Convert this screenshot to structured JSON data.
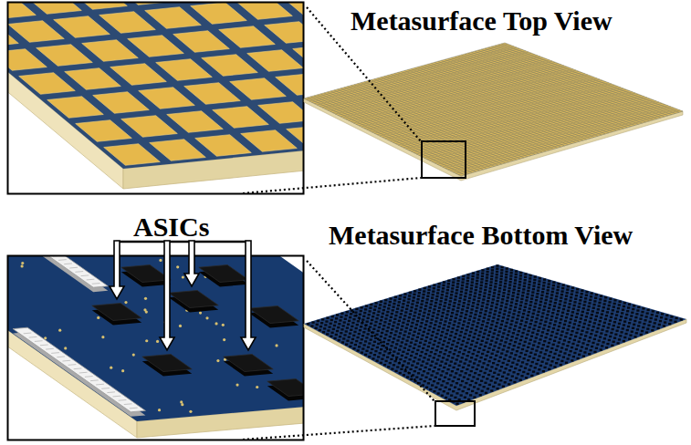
{
  "diagram": {
    "labels": [
      "Metasurface Top View",
      "ASICs",
      "Metasurface Bottom View"
    ]
  }
}
